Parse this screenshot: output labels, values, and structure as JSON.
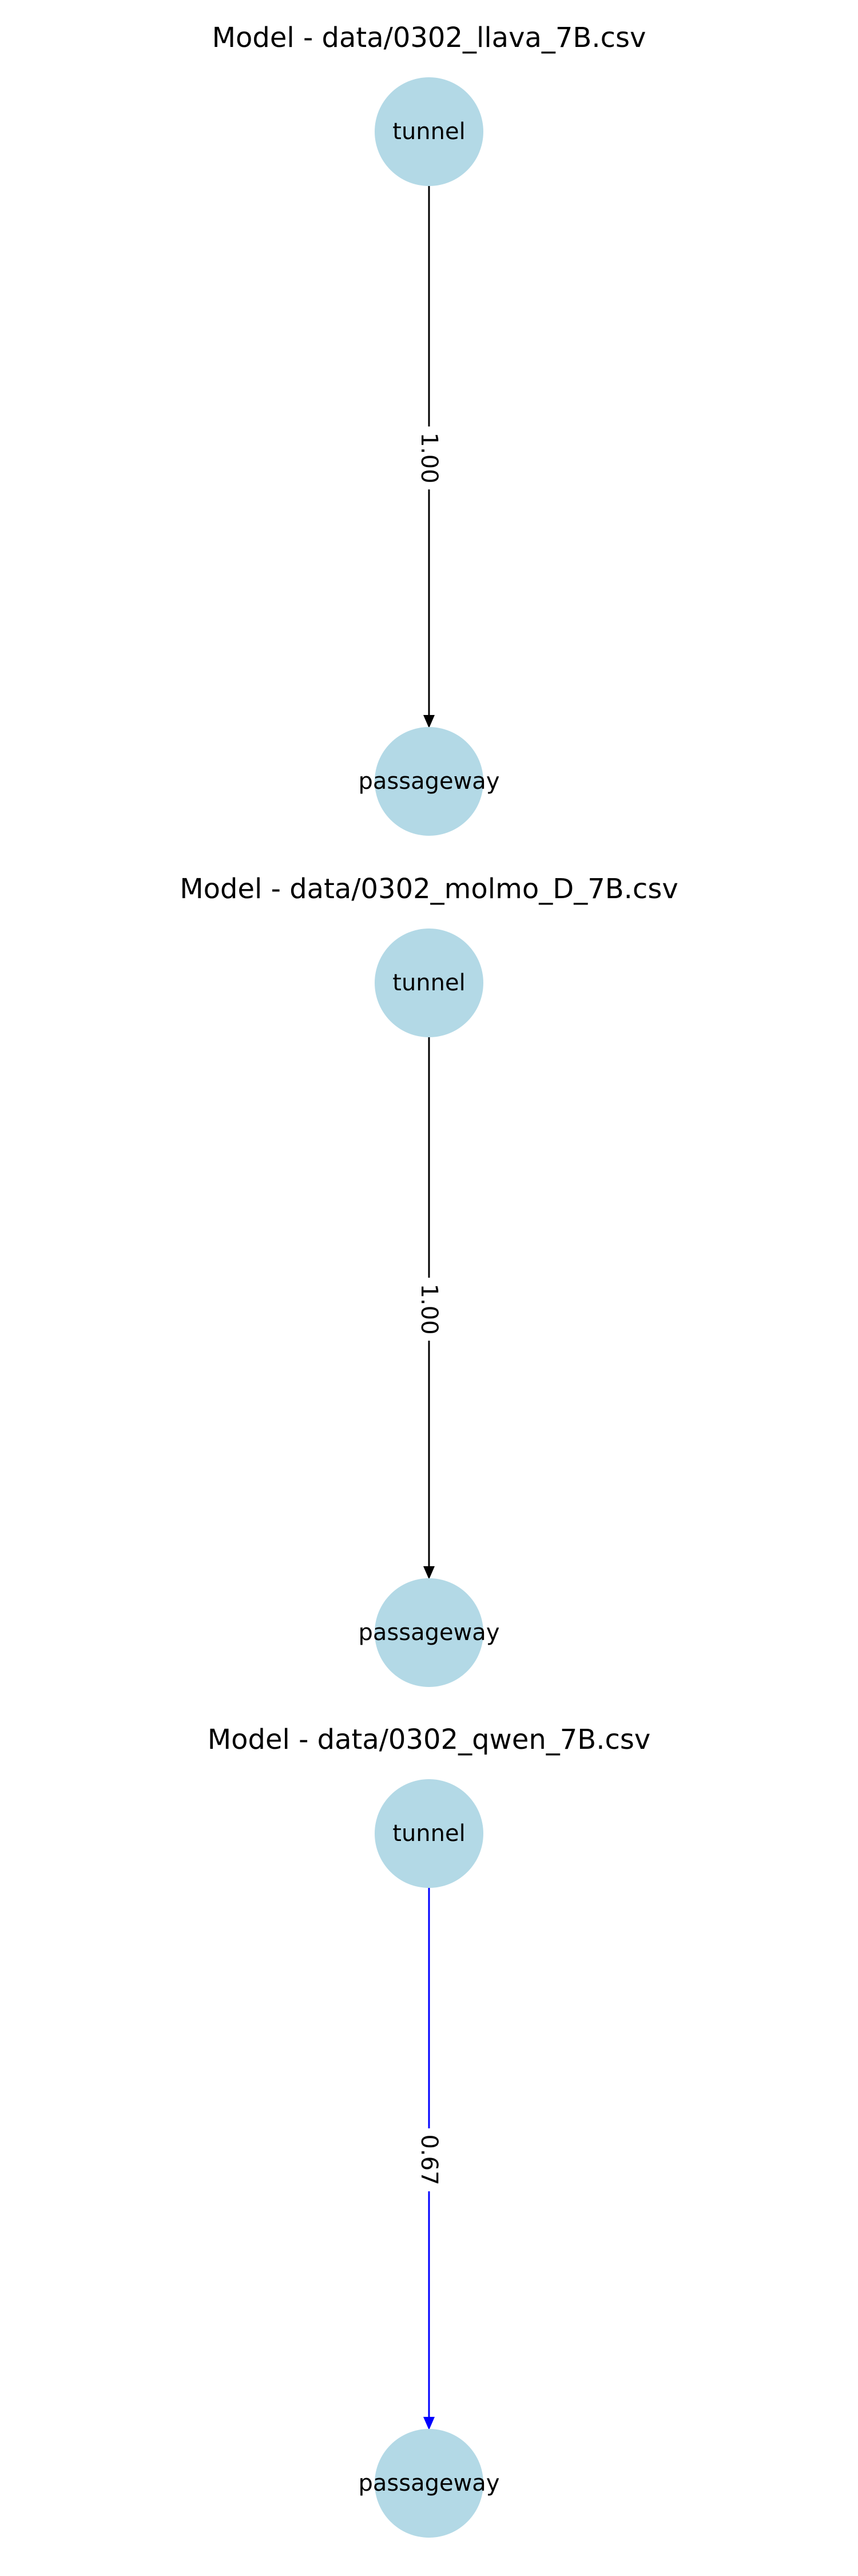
{
  "colors": {
    "node_fill": "#b3d9e6",
    "background": "#ffffff",
    "text": "#000000"
  },
  "panels": [
    {
      "title": "Model - data/0302_llava_7B.csv",
      "nodes": {
        "source": "tunnel",
        "target": "passageway"
      },
      "edge": {
        "weight": "1.00",
        "color": "#000000"
      }
    },
    {
      "title": "Model - data/0302_molmo_D_7B.csv",
      "nodes": {
        "source": "tunnel",
        "target": "passageway"
      },
      "edge": {
        "weight": "1.00",
        "color": "#000000"
      }
    },
    {
      "title": "Model - data/0302_qwen_7B.csv",
      "nodes": {
        "source": "tunnel",
        "target": "passageway"
      },
      "edge": {
        "weight": "0.67",
        "color": "#0000ff"
      }
    }
  ]
}
